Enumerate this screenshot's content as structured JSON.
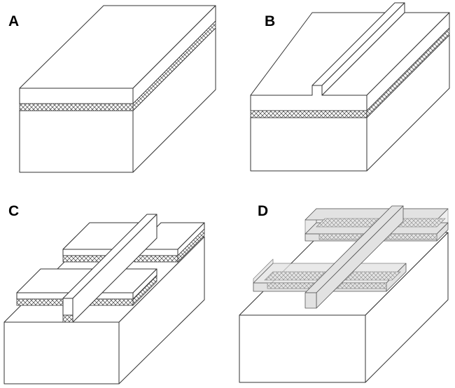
{
  "figure": {
    "panels": [
      {
        "id": "A",
        "label": "A"
      },
      {
        "id": "B",
        "label": "B"
      },
      {
        "id": "C",
        "label": "C"
      },
      {
        "id": "D",
        "label": "D"
      }
    ],
    "colors": {
      "line": "#333333",
      "background": "#ffffff",
      "film_grey": "#e2e2e2"
    }
  }
}
